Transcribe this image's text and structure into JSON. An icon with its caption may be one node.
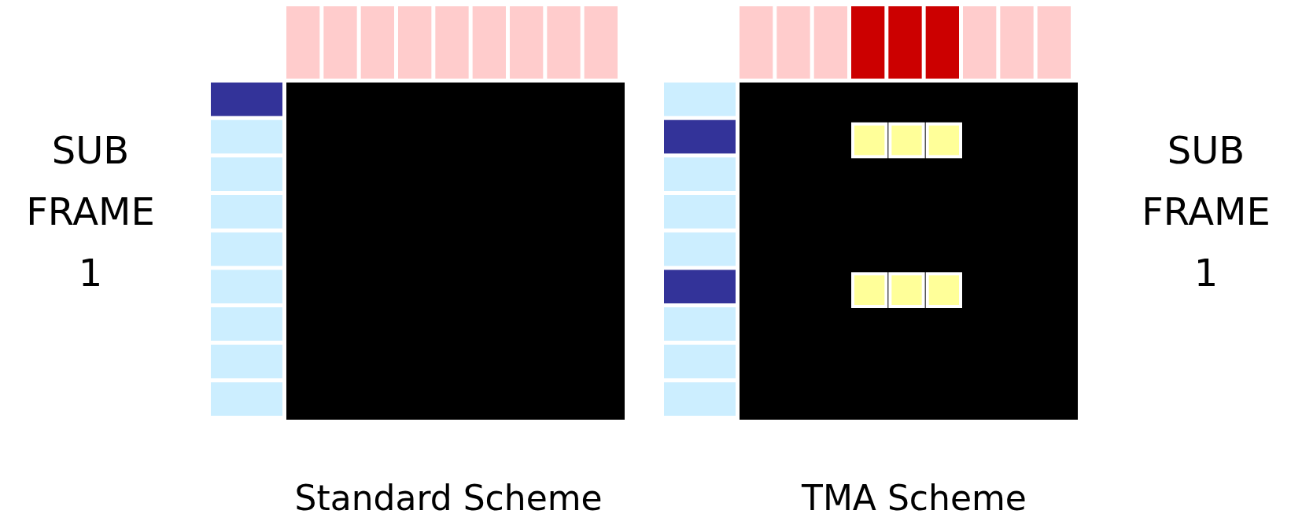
{
  "diagram": {
    "labels": [
      "SUB FRAME 1",
      "SUB FRAME 1",
      "Standard Scheme",
      "TMA Scheme"
    ]
  }
}
